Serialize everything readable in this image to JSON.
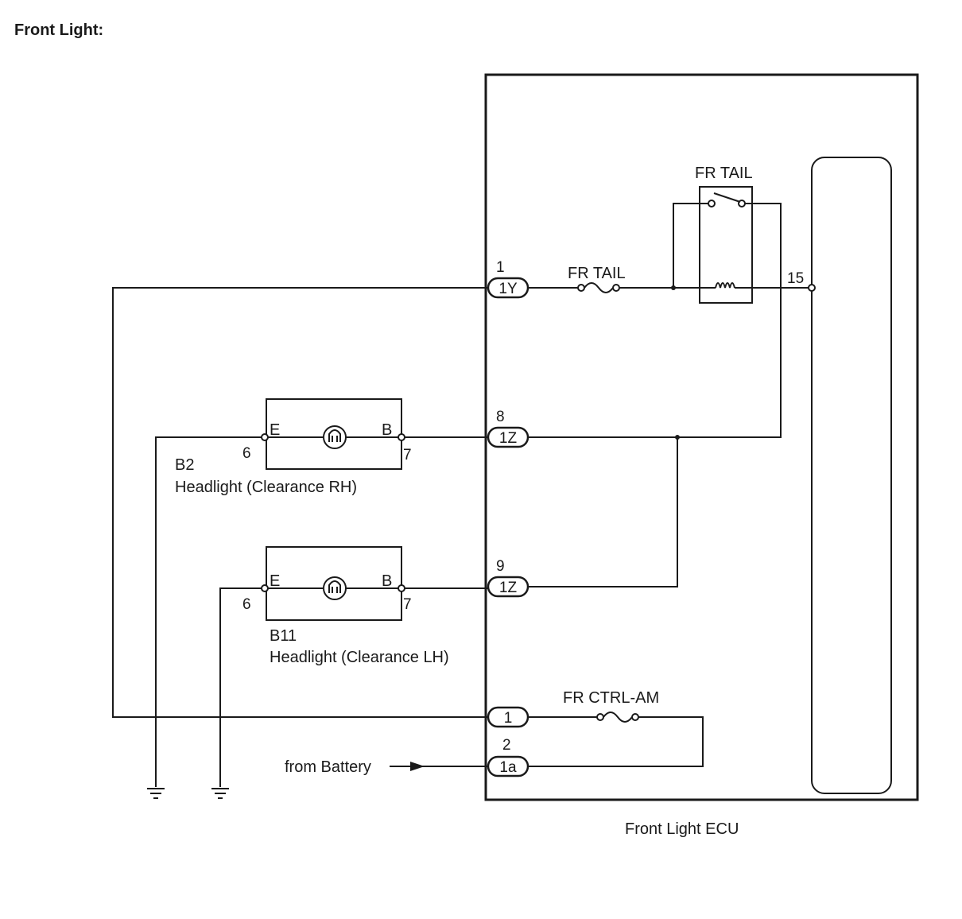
{
  "title": "Front Light:",
  "ecu": {
    "name": "Front Light ECU",
    "relay_label": "FR TAIL",
    "fuse_tail_label": "FR TAIL",
    "fuse_ctrl_label": "FR CTRL-AM",
    "relay_pin": "15"
  },
  "connectors": [
    {
      "id": "1Y",
      "pin": "1"
    },
    {
      "id": "1Z",
      "pin": "8"
    },
    {
      "id": "1Z",
      "pin": "9"
    },
    {
      "id": "1",
      "pin": ""
    },
    {
      "id": "1a",
      "pin": "2"
    }
  ],
  "headlights": [
    {
      "code": "B2",
      "name": "Headlight (Clearance RH)",
      "e_label": "E",
      "b_label": "B",
      "e_pin": "6",
      "b_pin": "7"
    },
    {
      "code": "B11",
      "name": "Headlight (Clearance LH)",
      "e_label": "E",
      "b_label": "B",
      "e_pin": "6",
      "b_pin": "7"
    }
  ],
  "battery_label": "from Battery"
}
